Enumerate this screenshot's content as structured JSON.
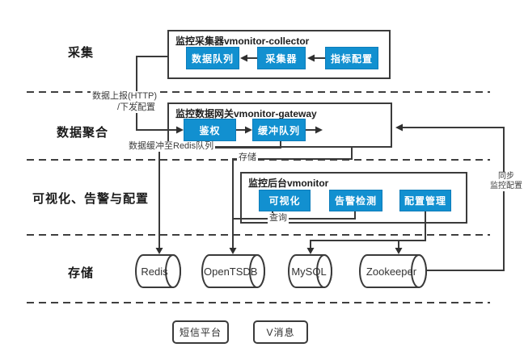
{
  "layers": [
    {
      "label": "采集"
    },
    {
      "label": "数据聚合"
    },
    {
      "label": "可视化、告警与配置"
    },
    {
      "label": "存储"
    }
  ],
  "collector": {
    "title": "监控采集器vmonitor-collector",
    "modules": [
      {
        "label": "数据队列"
      },
      {
        "label": "采集器"
      },
      {
        "label": "指标配置"
      }
    ]
  },
  "gateway": {
    "title": "监控数据网关vmonitor-gateway",
    "modules": [
      {
        "label": "鉴权"
      },
      {
        "label": "缓冲队列"
      }
    ]
  },
  "backend": {
    "title": "监控后台vmonitor",
    "modules": [
      {
        "label": "可视化"
      },
      {
        "label": "告警检测"
      },
      {
        "label": "配置管理"
      }
    ]
  },
  "storage": {
    "items": [
      {
        "label": "Redis"
      },
      {
        "label": "OpenTSDB"
      },
      {
        "label": "MySQL"
      },
      {
        "label": "Zookeeper"
      }
    ]
  },
  "external": {
    "items": [
      {
        "label": "短信平台"
      },
      {
        "label": "V消息"
      }
    ]
  },
  "edge_labels": {
    "report": "数据上报(HTTP)",
    "dispatch": "/下发配置",
    "buffer": "数据缓冲至Redis队列",
    "store": "存储",
    "query": "查询",
    "sync_line1": "同步",
    "sync_line2": "监控配置"
  },
  "colors": {
    "module": "#1290d0",
    "line": "#3a3a3a"
  }
}
